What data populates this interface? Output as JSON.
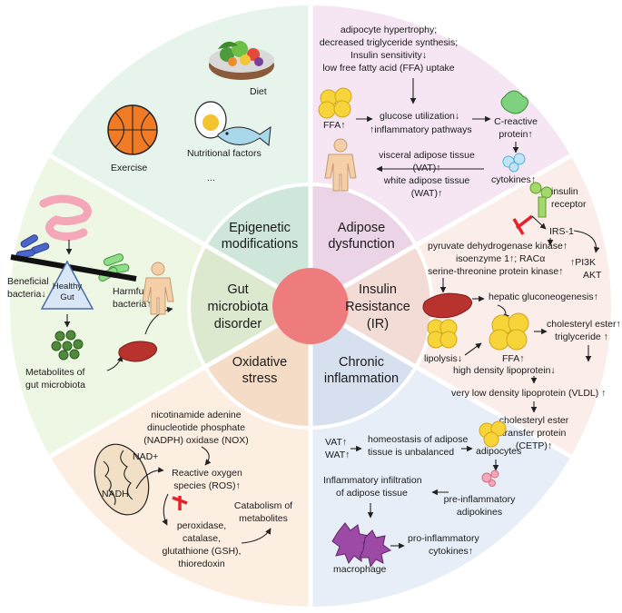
{
  "colors": {
    "slice_diet": "#e6f4ec",
    "slice_adipose": "#f6e6f4",
    "slice_insulin": "#fbeeea",
    "slice_inflammation": "#e7eef8",
    "slice_oxidative": "#fcefe2",
    "slice_gut": "#eef6e4",
    "inner_diet": "#cfe6da",
    "inner_adipose": "#ead4e6",
    "inner_insulin": "#f3dcd6",
    "inner_inflammation": "#d6e0ef",
    "inner_oxidative": "#f5dcc6",
    "inner_gut": "#dde9cf",
    "center": "#ee7c7c",
    "inhibit": "#e8202a"
  },
  "ring_labels": {
    "epigenetic": [
      "Epigenetic",
      "modifications"
    ],
    "adipose": [
      "Adipose",
      "dysfunction"
    ],
    "insulin": [
      "Insulin",
      "Resistance",
      "(IR)"
    ],
    "inflammation": [
      "Chronic",
      "inflammation"
    ],
    "oxidative": [
      "Oxidative",
      "stress"
    ],
    "gut": [
      "Gut",
      "microbiota",
      "disorder"
    ]
  },
  "diet_section": {
    "diet": "Diet",
    "exercise": "Exercise",
    "nutritional": "Nutritional factors",
    "ellipsis": "..."
  },
  "adipose_section": {
    "header": [
      "adipocyte hypertrophy;",
      "decreased triglyceride synthesis;",
      "Insulin sensitivity↓",
      "low free fatty acid (FFA) uptake"
    ],
    "ffa": "FFA↑",
    "glucose": [
      "glucose utilization↓",
      "↑inflammatory pathways"
    ],
    "crp": [
      "C-reactive",
      "protein↑"
    ],
    "cytokines": "cytokines↑",
    "vat": [
      "visceral adipose tissue",
      "(VAT)↑",
      "white adipose tissue",
      "(WAT)↑"
    ]
  },
  "insulin_section": {
    "receptor": [
      "insulin",
      "receptor"
    ],
    "irs": "IRS-1",
    "kinases": [
      "pyruvate dehydrogenase kinase↑",
      "isoenzyme 1↑;  RACα",
      "serine-threonine protein kinase↑"
    ],
    "pi3k": [
      "↑PI3K",
      "AKT"
    ],
    "gluconeo": "hepatic gluconeogenesis↑",
    "lipolysis": "lipolysis↓",
    "ffa": "FFA↑",
    "hdl": "high density lipoprotein↓",
    "ce": [
      "cholesteryl ester↑",
      "triglyceride ↑"
    ],
    "vldl": "very low density lipoprotein (VLDL) ↑",
    "cetp": [
      "cholesteryl ester",
      "transfer protein",
      "(CETP)↑"
    ]
  },
  "inflammation_section": {
    "vat": [
      "VAT↑",
      "WAT↑"
    ],
    "homeostasis": [
      "homeostasis of adipose",
      "tissue is unbalanced"
    ],
    "adipocytes": "adipocytes",
    "infiltration": [
      "Inflammatory infiltration",
      "of adipose tissue"
    ],
    "adipokines": [
      "pre-inflammatory",
      "adipokines"
    ],
    "macrophage": "macrophage",
    "cytokines": [
      "pro-inflammatory",
      "cytokines↑"
    ]
  },
  "oxidative_section": {
    "nadph": [
      "nicotinamide adenine",
      "dinucleotide phosphate",
      "(NADPH) oxidase (NOX)"
    ],
    "nad": "NAD+",
    "nadh": "NADH",
    "ros": [
      "Reactive oxygen",
      "species (ROS)↑"
    ],
    "catabolism": [
      "Catabolism of",
      "metabolites"
    ],
    "enzymes": [
      "peroxidase,",
      "catalase,",
      "glutathione (GSH),",
      "thioredoxin"
    ]
  },
  "gut_section": {
    "beneficial": [
      "Beneficial",
      "bacteria↓"
    ],
    "healthy": [
      "Healthy",
      "Gut"
    ],
    "harmful": [
      "Harmful",
      "bacteria↑"
    ],
    "metabolites": [
      "Metabolites of",
      "gut microbiota"
    ]
  }
}
